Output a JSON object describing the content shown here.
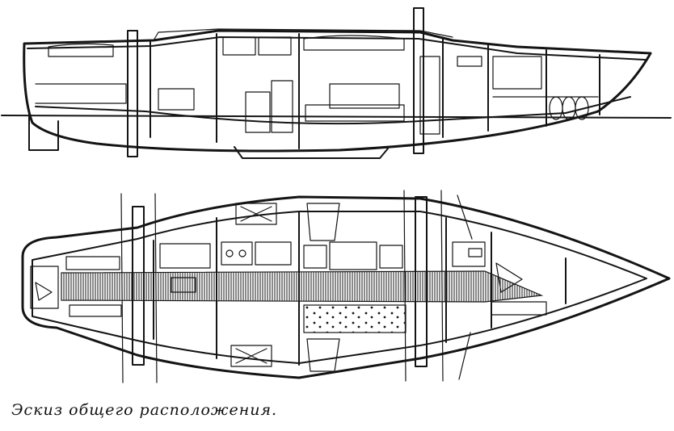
{
  "caption": "Эскиз общего расположения.",
  "colors": {
    "ink": "#141414",
    "paper": "#ffffff"
  },
  "views": [
    "side-profile",
    "deck-plan"
  ]
}
